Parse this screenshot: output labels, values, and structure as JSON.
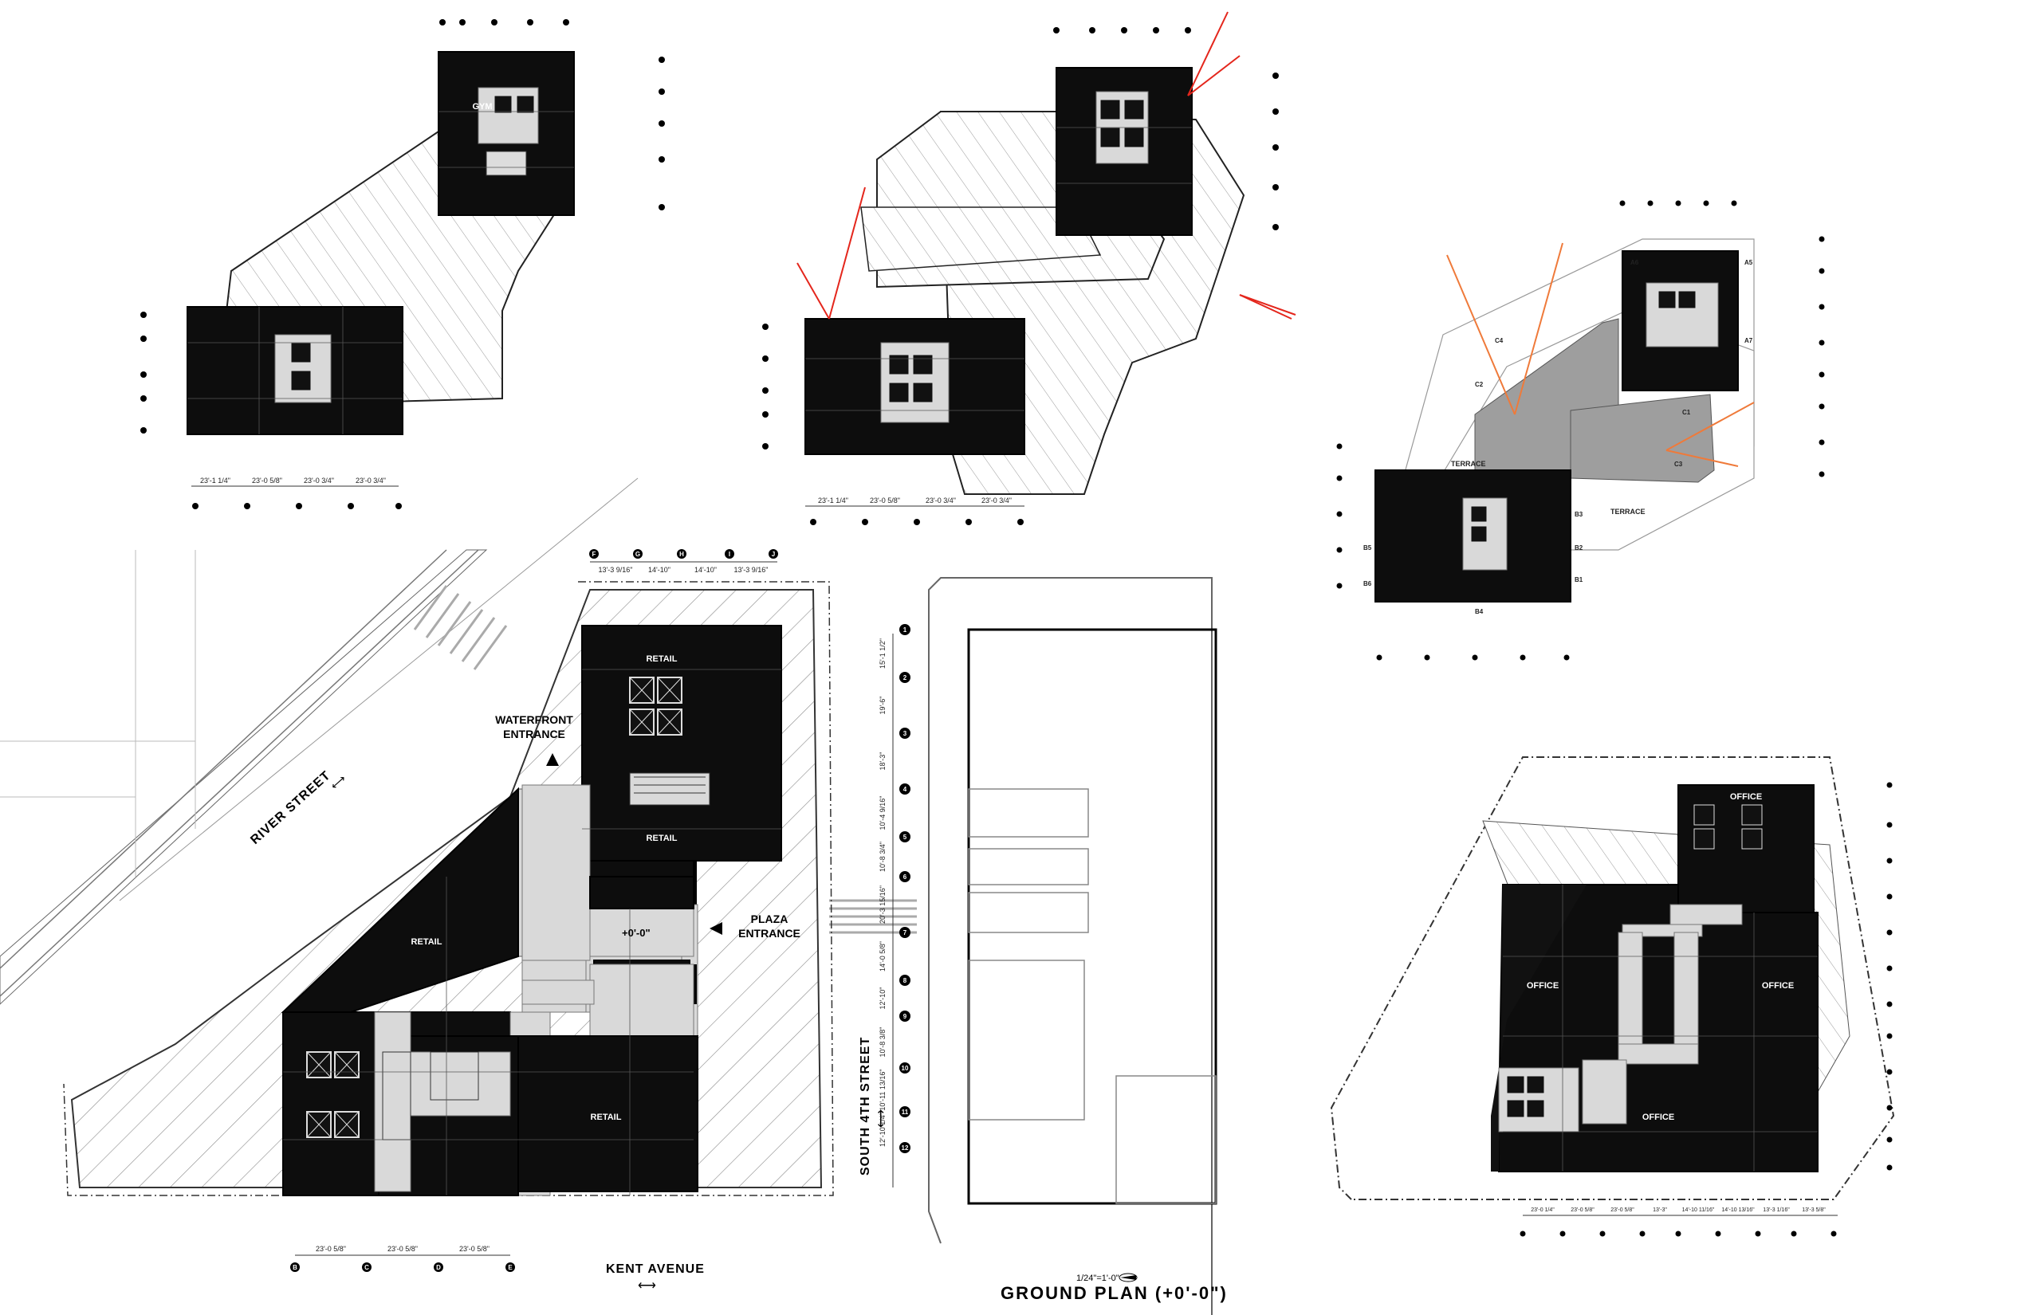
{
  "ground_plan": {
    "title": "GROUND PLAN (+0'-0\")",
    "scale": "1/24\"=1'-0\"",
    "streets": {
      "river": "RIVER STREET",
      "kent": "KENT AVENUE",
      "south4th": "SOUTH 4TH STREET"
    },
    "entrances": {
      "waterfront": [
        "WATERFRONT",
        "ENTRANCE"
      ],
      "plaza": [
        "PLAZA",
        "ENTRANCE"
      ]
    },
    "elevation_mark": "+0'-0\"",
    "rooms": {
      "retail_top": "RETAIL",
      "retail_mid": "RETAIL",
      "retail_left": "RETAIL",
      "retail_bottom": "RETAIL"
    },
    "top_dims": [
      "13'-3 9/16\"",
      "14'-10\"",
      "14'-10\"",
      "13'-3 9/16\""
    ],
    "top_grid": [
      "F",
      "G",
      "H",
      "I",
      "J"
    ],
    "bottom_dims": [
      "23'-0 5/8\"",
      "23'-0 5/8\"",
      "23'-0 5/8\""
    ],
    "bottom_grid": [
      "B",
      "C",
      "D",
      "E"
    ],
    "right_dims": [
      "15'-1 1/2\"",
      "19'-6\"",
      "18'-3\"",
      "10'-4 9/16\"",
      "10'-8 3/4\"",
      "20'-3 15/16\"",
      "14'-0 5/8\"",
      "12'-10\"",
      "10'-8 3/8\"",
      "10'-11 13/16\"",
      "12'-10 1/4\""
    ],
    "right_grid": [
      "1",
      "2",
      "3",
      "4",
      "5",
      "6",
      "7",
      "8",
      "9",
      "10",
      "11",
      "12"
    ]
  },
  "office_plan": {
    "rooms": {
      "office_top": "OFFICE",
      "office_left": "OFFICE",
      "office_right": "OFFICE",
      "office_bottom": "OFFICE"
    },
    "bottom_dims": [
      "23'-0 1/4\"",
      "23'-0 5/8\"",
      "23'-0 5/8\"",
      "13'-3\"",
      "14'-10 11/16\"",
      "14'-10 13/16\"",
      "13'-3 1/16\"",
      "13'-3 5/8\""
    ]
  },
  "residential_plan_a": {
    "room_label": "GYM",
    "bottom_dims": [
      "23'-1 1/4\"",
      "23'-0 5/8\"",
      "23'-0 3/4\"",
      "23'-0 3/4\""
    ]
  },
  "residential_plan_b": {
    "bottom_dims": [
      "23'-1 1/4\"",
      "23'-0 5/8\"",
      "23'-0 3/4\"",
      "23'-0 3/4\""
    ]
  },
  "penthouse_plan": {
    "terrace_labels": [
      "TERRACE",
      "TERRACE"
    ],
    "unit_labels": [
      "A6",
      "A5",
      "A7",
      "C4",
      "C2",
      "C1",
      "C3",
      "B3",
      "B2",
      "B1",
      "B4",
      "B5",
      "B6"
    ]
  },
  "colors": {
    "floor": "#0d0d0d",
    "corridor": "#d9d9d9",
    "view_line_red": "#e4261c",
    "view_line_orange": "#ef7a3a",
    "penthouse_gray": "#9e9e9e"
  }
}
